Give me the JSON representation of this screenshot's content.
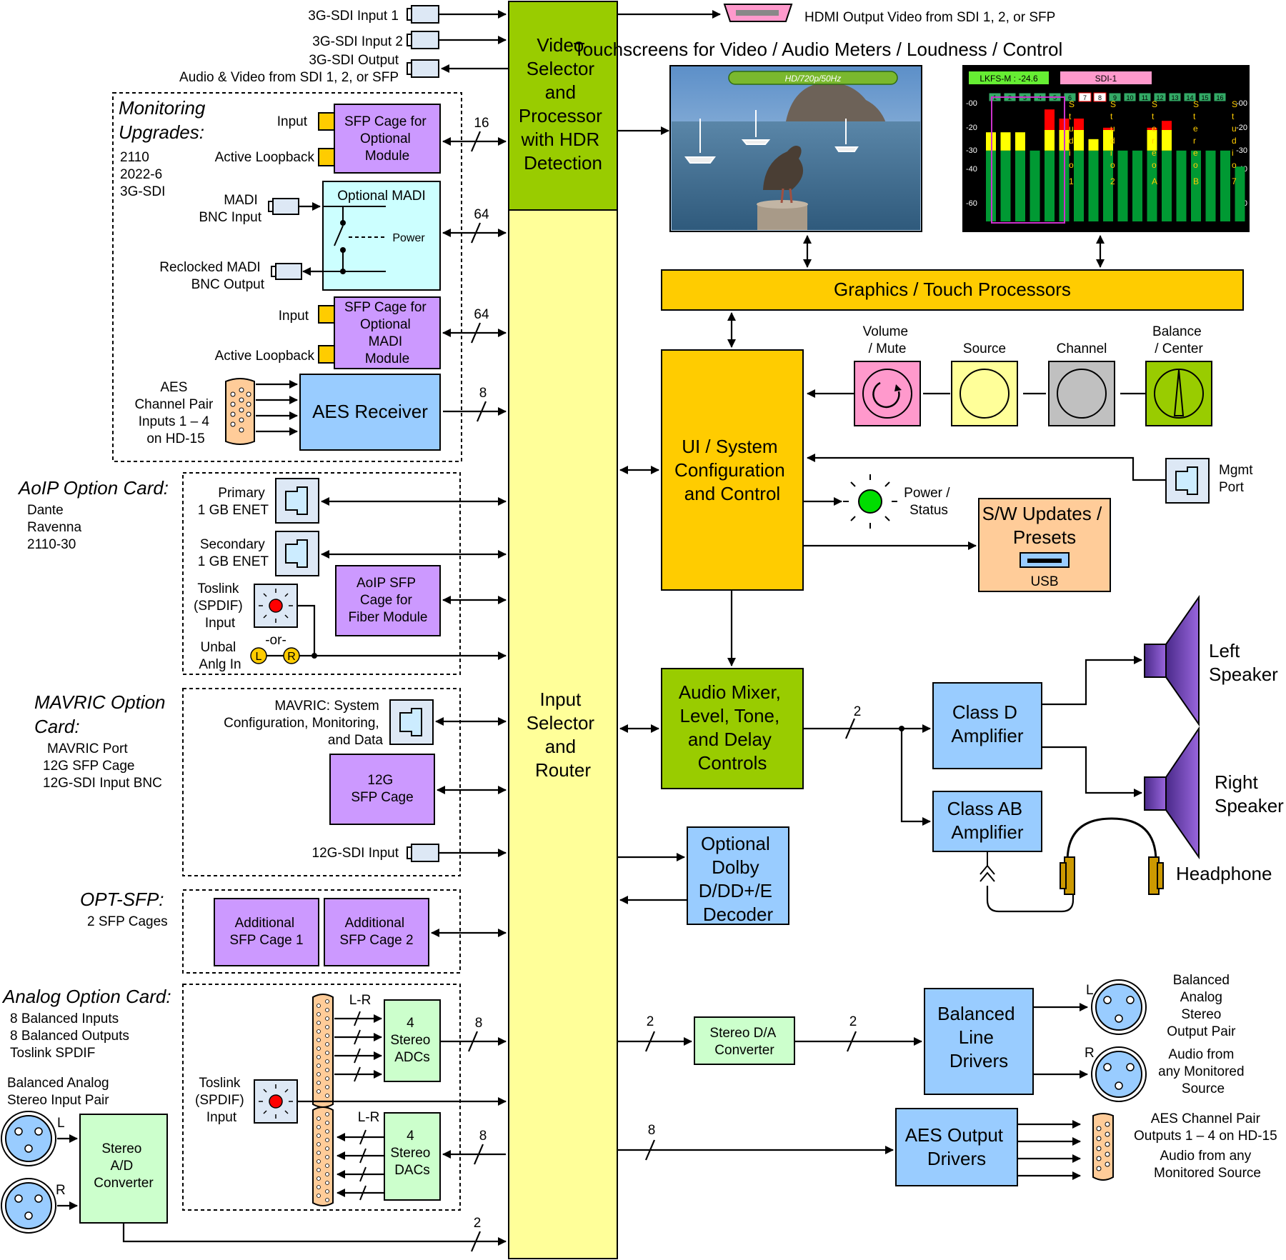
{
  "colors": {
    "video_block": "#99cc00",
    "router_block": "#ffff99",
    "gfx_block": "#ffcc00",
    "purple": "#cc99ff",
    "blue": "#99ccff",
    "light_green": "#ccffcc",
    "cyan": "#ccffff",
    "orange_tan": "#ffcc99",
    "pink": "#ff99cc"
  },
  "top": {
    "sdi_in1": "3G-SDI Input 1",
    "sdi_in2": "3G-SDI Input 2",
    "sdi_out": "3G-SDI Output",
    "sdi_out_desc": "Audio & Video from SDI 1, 2, or SFP",
    "hdmi_label": "HDMI Output Video from SDI 1, 2, or SFP",
    "touch_title": "Touchscreens for Video / Audio Meters / Loudness / Control"
  },
  "blocks": {
    "video_selector": [
      "Video",
      "Selector",
      "and",
      "Processor",
      "with HDR",
      "Detection"
    ],
    "input_router": [
      "Input",
      "Selector",
      "and",
      "Router"
    ],
    "graphics": "Graphics / Touch Processors",
    "ui_system": [
      "UI / System",
      "Configuration",
      "and Control"
    ],
    "mixer": [
      "Audio Mixer,",
      "Level, Tone,",
      "and Delay",
      "Controls"
    ],
    "dolby": [
      "Optional",
      "Dolby",
      "D/DD+/E",
      "Decoder"
    ],
    "sw_updates": [
      "S/W Updates /",
      "Presets"
    ],
    "usb": "USB",
    "class_d": [
      "Class D",
      "Amplifier"
    ],
    "class_ab": [
      "Class AB",
      "Amplifier"
    ],
    "balanced_drivers": [
      "Balanced",
      "Line",
      "Drivers"
    ],
    "stereo_da": [
      "Stereo D/A",
      "Converter"
    ],
    "aes_out": [
      "AES Output",
      "Drivers"
    ]
  },
  "knobs": {
    "volume": [
      "Volume",
      "/ Mute"
    ],
    "source": "Source",
    "channel": "Channel",
    "balance": [
      "Balance",
      "/ Center"
    ]
  },
  "right_side": {
    "mgmt": [
      "Mgmt",
      "Port"
    ],
    "power_status": [
      "Power /",
      "Status"
    ],
    "left_speaker": [
      "Left",
      "Speaker"
    ],
    "right_speaker": [
      "Right",
      "Speaker"
    ],
    "headphone": "Headphone",
    "bal_out_desc": [
      "Balanced",
      "Analog",
      "Stereo",
      "Output Pair",
      "Audio from",
      "any Monitored",
      "Source"
    ],
    "xlr_l": "L",
    "xlr_r": "R",
    "aes_out_desc": [
      "AES Channel Pair",
      "Outputs 1 – 4  on HD-15",
      "Audio from any",
      "Monitored Source"
    ]
  },
  "monitoring": {
    "title": [
      "Monitoring",
      "Upgrades:"
    ],
    "list": [
      "2110",
      "2022-6",
      "3G-SDI"
    ],
    "sfp1_input": "Input",
    "sfp1_loop": "Active Loopback",
    "sfp1_box": [
      "SFP Cage for",
      "Optional",
      "Module"
    ],
    "madi_in": [
      "MADI",
      "BNC Input"
    ],
    "madi_box": "Optional MADI",
    "madi_power": "Power",
    "madi_out": [
      "Reclocked MADI",
      "BNC Output"
    ],
    "sfp2_input": "Input",
    "sfp2_loop": "Active Loopback",
    "sfp2_box": [
      "SFP Cage for",
      "Optional",
      "MADI",
      "Module"
    ],
    "aes_in": [
      "AES",
      "Channel Pair",
      "Inputs 1 – 4",
      "on HD-15"
    ],
    "aes_box": "AES Receiver",
    "bus": [
      "16",
      "64",
      "64",
      "8"
    ]
  },
  "aoip": {
    "title": "AoIP Option Card:",
    "list": [
      "Dante",
      "Ravenna",
      "2110-30"
    ],
    "primary": [
      "Primary",
      "1 GB ENET"
    ],
    "secondary": [
      "Secondary",
      "1 GB ENET"
    ],
    "toslink": [
      "Toslink",
      "(SPDIF)",
      "Input"
    ],
    "or": "-or-",
    "unbal": [
      "Unbal",
      "Anlg In"
    ],
    "l": "L",
    "r": "R",
    "sfp_box": [
      "AoIP SFP",
      "Cage for",
      "Fiber Module"
    ]
  },
  "mavric": {
    "title": [
      "MAVRIC Option",
      "Card:"
    ],
    "list": [
      "MAVRIC Port",
      "12G SFP Cage",
      "12G-SDI Input BNC"
    ],
    "port_desc": [
      "MAVRIC: System",
      "Configuration, Monitoring,",
      "and Data"
    ],
    "sfp_box": [
      "12G",
      "SFP Cage"
    ],
    "sdi_in": "12G-SDI Input"
  },
  "opt_sfp": {
    "title": "OPT-SFP:",
    "list": "2 SFP Cages",
    "box1": [
      "Additional",
      "SFP Cage 1"
    ],
    "box2": [
      "Additional",
      "SFP Cage 2"
    ]
  },
  "analog": {
    "title": "Analog Option Card:",
    "list": [
      "8 Balanced Inputs",
      "8 Balanced Outputs",
      "Toslink SPDIF"
    ],
    "bal_in": [
      "Balanced Analog",
      "Stereo Input Pair"
    ],
    "lr": "L-R",
    "adc": [
      "4",
      "Stereo",
      "ADCs"
    ],
    "dac": [
      "4",
      "Stereo",
      "DACs"
    ],
    "toslink": [
      "Toslink",
      "(SPDIF)",
      "Input"
    ],
    "ad_box": [
      "Stereo",
      "A/D",
      "Converter"
    ],
    "xlr_l": "L",
    "xlr_r": "R"
  },
  "bus_counts": {
    "mixer_out": "2",
    "adc": "8",
    "dac": "8",
    "ad_out": "2",
    "da_in": "2",
    "da_out": "2",
    "aes_out": "8"
  },
  "screen_video": {
    "overlay": "HD/720p/50Hz"
  },
  "screen_meters": {
    "lkfs": "LKFS-M : -24.6",
    "sdi": "SDI-1",
    "scale": [
      "-00",
      "-20",
      "-30",
      "-40",
      "-60"
    ],
    "scale_right": [
      "-00",
      "-20",
      "-30",
      "-40",
      "-60"
    ],
    "tabs": [
      "1",
      "2",
      "3",
      "4",
      "5",
      "6",
      "7",
      "8",
      "9",
      "10",
      "11",
      "12",
      "13",
      "14",
      "15",
      "16"
    ],
    "vlabels": [
      "Studio 1",
      "Studio 2",
      "Stereo A",
      "Stereo B",
      "Studio 7"
    ],
    "levels": [
      0.78,
      0.78,
      0.78,
      0.62,
      0.98,
      0.9,
      0.9,
      0.72,
      0.82,
      0.62,
      0.62,
      0.82,
      0.88,
      0.62,
      0.62,
      0.62,
      0.62,
      0.48
    ]
  }
}
